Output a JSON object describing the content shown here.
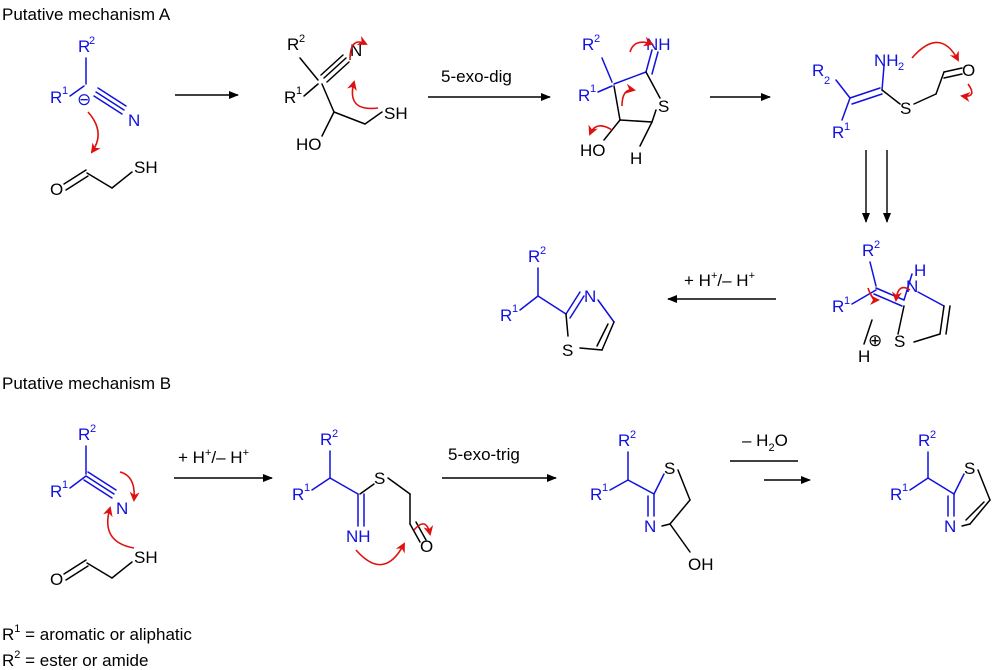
{
  "colors": {
    "text": "#000000",
    "atom_blue": "#1010e0",
    "curly_arrow": "#e01010"
  },
  "headings": {
    "mech_a": "Putative mechanism A",
    "mech_b": "Putative mechanism B"
  },
  "conditions": {
    "a_cyclization": "5-exo-dig",
    "a_proton": "+ H",
    "b_proton": "+ H",
    "b_cyclization": "5-exo-trig",
    "b_dehydration": "– H",
    "proton_sep": "/– H",
    "plus_sup": "+",
    "water_sub": "2",
    "water_o": "O"
  },
  "atoms": {
    "r1": "R",
    "r2": "R",
    "sup1": "1",
    "sup2": "2",
    "n": "N",
    "s": "S",
    "sh": "SH",
    "ho": "HO",
    "oh": "OH",
    "o": "O",
    "nh": "NH",
    "nh2_n": "NH",
    "nh2_sub": "2",
    "h": "H",
    "minus": "⊖",
    "plus": "⊕"
  },
  "legend": {
    "r1_rest": " = aromatic or aliphatic",
    "r2_rest": " = ester or amide"
  }
}
